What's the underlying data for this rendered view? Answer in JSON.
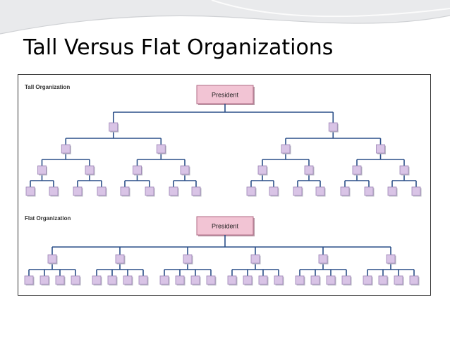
{
  "slide": {
    "title": "Tall Versus Flat Organizations"
  },
  "diagrams": [
    {
      "label": "Tall Organization",
      "root_label": "President",
      "structure": "4-level hierarchy, binary branching",
      "levels": [
        1,
        2,
        4,
        8,
        16
      ]
    },
    {
      "label": "Flat Organization",
      "root_label": "President",
      "structure": "2-level hierarchy, 6 managers with 4 reports each",
      "levels": [
        1,
        6,
        24
      ]
    }
  ],
  "colors": {
    "box_fill": "#d9c4e6",
    "box_border": "#9b83b5",
    "president_fill": "#f2c4d4",
    "president_border": "#b06a85",
    "connector": "#2a4e88"
  }
}
